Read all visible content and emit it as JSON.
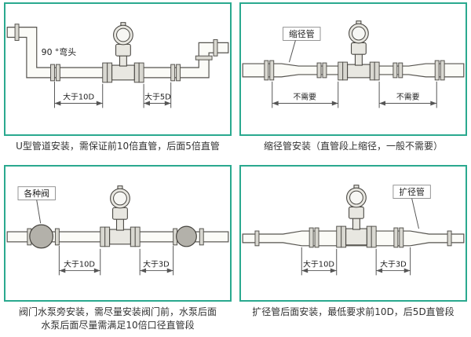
{
  "colors": {
    "panel_border": "#2aa98f",
    "line_color": "#55534e",
    "text_color": "#333333"
  },
  "panels": [
    {
      "name": "u-type",
      "caption": "U型管道安装，需保证前10倍直管，后面5倍直管",
      "labels": {
        "part": "90 °弯头",
        "dim_before": "大于10D",
        "dim_after": "大于5D"
      }
    },
    {
      "name": "reducer",
      "caption": "缩径管安装（直管段上缩径，一般不需要）",
      "labels": {
        "part": "缩径管",
        "dim_before": "不需要",
        "dim_after": "不需要"
      }
    },
    {
      "name": "valve-pump",
      "caption": "阀门水泵旁安装，需尽量安装阀门前，水泵后面",
      "caption2": "水泵后面尽量需满足10倍口径直管段",
      "labels": {
        "part": "各种阀",
        "dim_before": "大于10D",
        "dim_after": "大于3D"
      }
    },
    {
      "name": "expander",
      "caption": "扩径管后面安装，最低要求前10D，后5D直管段",
      "labels": {
        "part": "扩径管",
        "dim_before": "大于10D",
        "dim_after": "大于3D"
      }
    }
  ]
}
